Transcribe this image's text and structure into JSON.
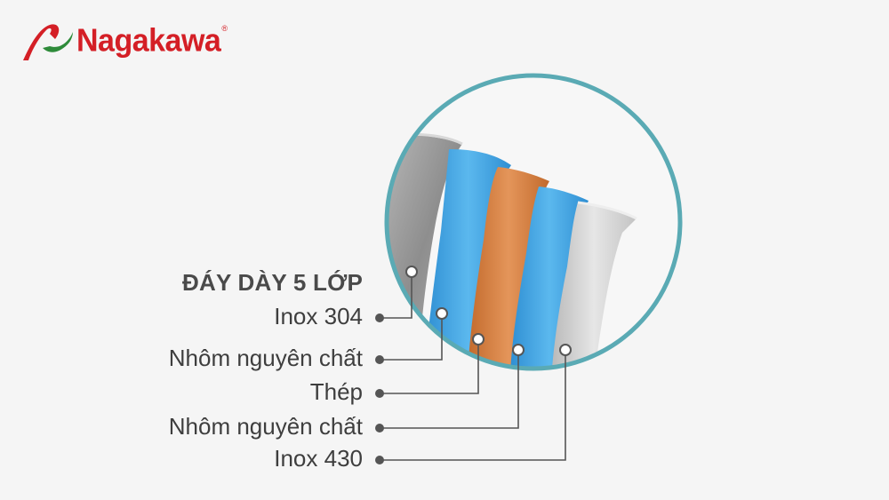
{
  "brand": {
    "name": "Nagakawa",
    "registered_mark": "®",
    "colors": {
      "red": "#d41f26",
      "green": "#2e8b3a"
    }
  },
  "diagram": {
    "heading": "ĐÁY DÀY 5 LỚP",
    "ring_color": "#5aaab4",
    "layers": [
      {
        "label": "Inox 304",
        "color": "#a9a9a9"
      },
      {
        "label": "Nhôm nguyên chất",
        "color": "#45a8e4"
      },
      {
        "label": "Thép",
        "color": "#d9823f"
      },
      {
        "label": "Nhôm nguyên chất",
        "color": "#45a8e4"
      },
      {
        "label": "Inox 430",
        "color": "#d4d4d4"
      }
    ]
  }
}
